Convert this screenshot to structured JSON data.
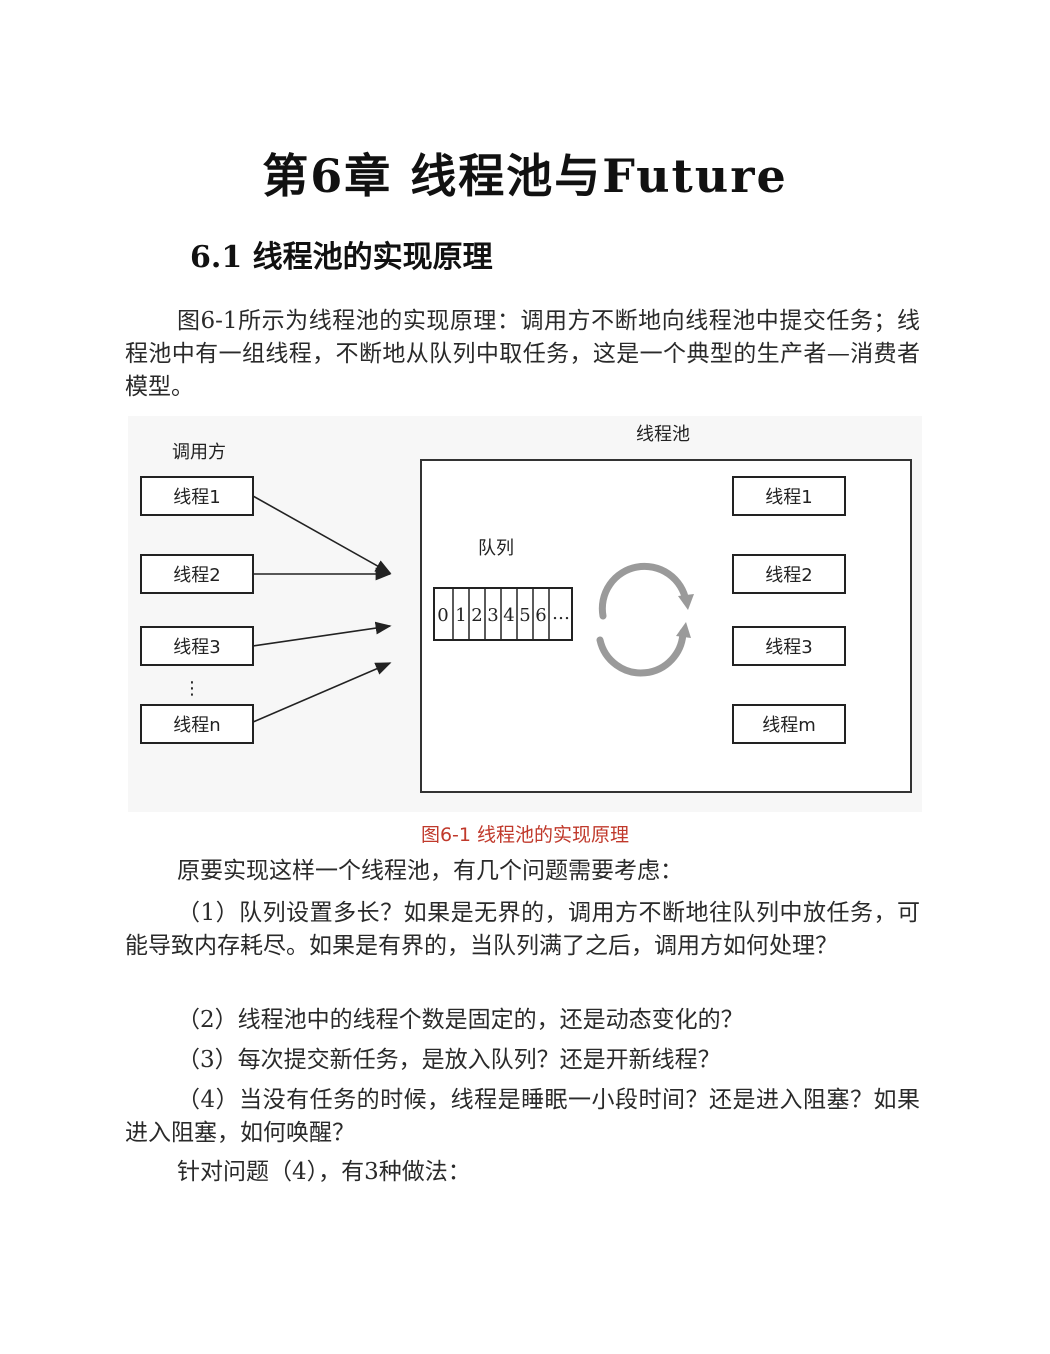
{
  "chapter_title": "第6章  线程池与Future",
  "section_title": "6.1  线程池的实现原理",
  "intro": "图6-1所示为线程池的实现原理：调用方不断地向线程池中提交任务；线程池中有一组线程，不断地从队列中取任务，这是一个典型的生产者—消费者模型。",
  "diagram": {
    "caller_label": "调用方",
    "pool_label": "线程池",
    "queue_label": "队列",
    "caller_threads": [
      "线程1",
      "线程2",
      "线程3",
      "线程n"
    ],
    "caller_ellipsis": "⋮",
    "pool_threads": [
      "线程1",
      "线程2",
      "线程3",
      "线程m"
    ],
    "queue_cells": [
      "0",
      "1",
      "2",
      "3",
      "4",
      "5",
      "6",
      "…"
    ]
  },
  "caption": "图6-1  线程池的实现原理",
  "paragraphs": [
    "原要实现这样一个线程池，有几个问题需要考虑：",
    "（1）队列设置多长？如果是无界的，调用方不断地往队列中放任务，可能导致内存耗尽。如果是有界的，当队列满了之后，调用方如何处理？",
    "（2）线程池中的线程个数是固定的，还是动态变化的？",
    "（3）每次提交新任务，是放入队列？还是开新线程？",
    "（4）当没有任务的时候，线程是睡眠一小段时间？还是进入阻塞？如果进入阻塞，如何唤醒？",
    "针对问题（4），有3种做法："
  ]
}
